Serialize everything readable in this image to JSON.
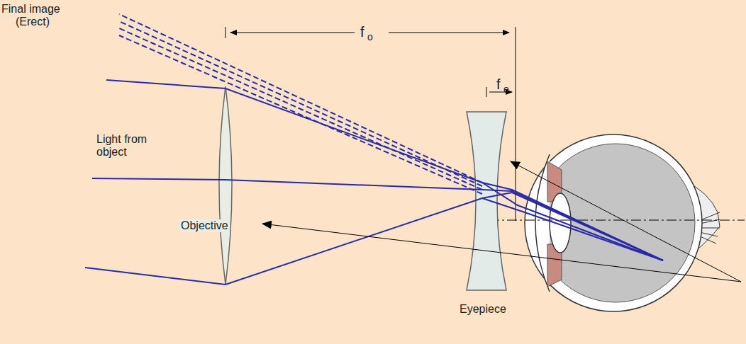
{
  "diagram": {
    "labels": [
      "Final image",
      "(Erect)",
      "f",
      "o",
      "f",
      "e",
      "Light from object",
      "Objective",
      "Eyepiece"
    ]
  }
}
